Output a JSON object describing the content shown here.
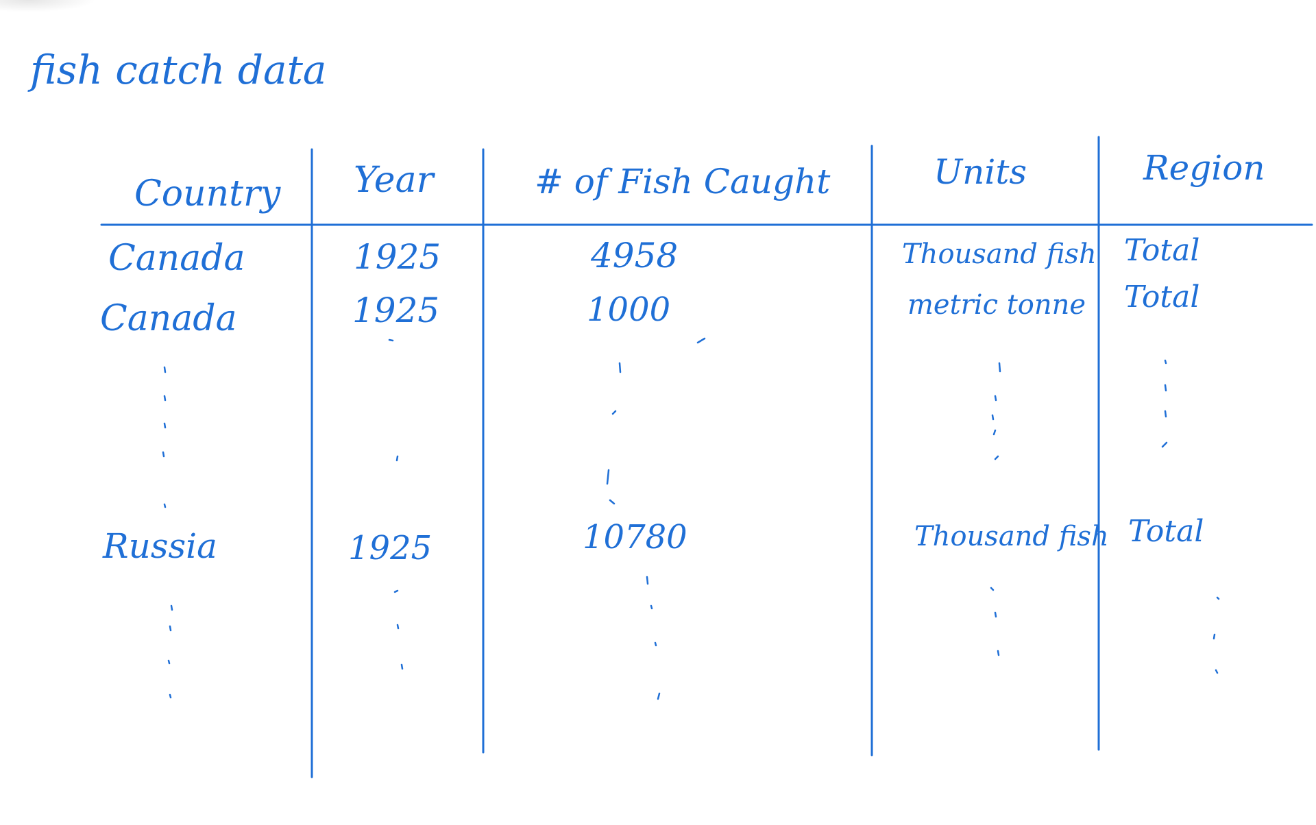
{
  "title": "fish catch data",
  "table": {
    "headers": [
      "Country",
      "Year",
      "# of Fish Caught",
      "Units",
      "Region"
    ],
    "rows": [
      [
        "Canada",
        "1925",
        "4958",
        "Thousand fish",
        "Total"
      ],
      [
        "Canada",
        "1925",
        "1000",
        "metric tonne",
        "Total"
      ],
      [
        "Russia",
        "1925",
        "10780",
        "Thousand fish",
        "Total"
      ]
    ]
  },
  "colors": {
    "ink": "#1f6fd6",
    "background": "#ffffff"
  }
}
